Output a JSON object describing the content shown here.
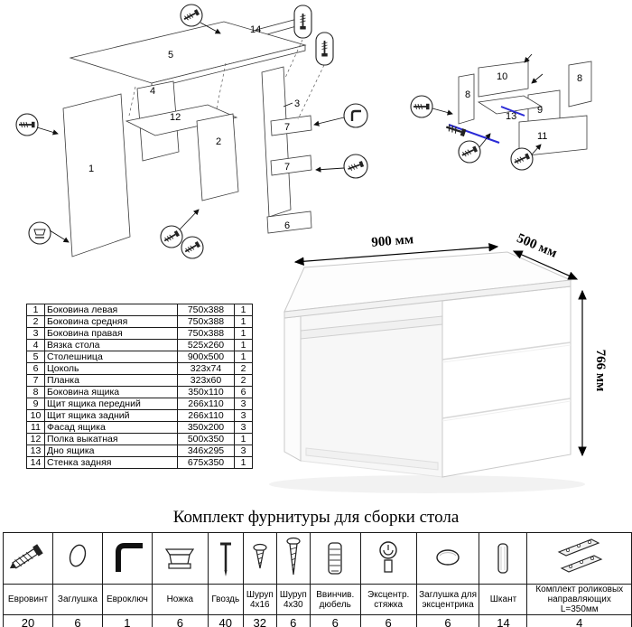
{
  "page": {
    "title": "Комплект фурнитуры для сборки стола"
  },
  "dimensions": {
    "width": "900 мм",
    "depth": "500 мм",
    "height": "766 мм"
  },
  "desk_diagram": {
    "labels": {
      "p1": "1",
      "p2": "2",
      "p3": "3",
      "p4": "4",
      "p5": "5",
      "p6": "6",
      "p7a": "7",
      "p7b": "7",
      "p12": "12",
      "p14": "14"
    }
  },
  "drawer_diagram": {
    "labels": {
      "p8a": "8",
      "p8b": "8",
      "p9": "9",
      "p10": "10",
      "p11": "11",
      "p13": "13"
    }
  },
  "parts_table": {
    "rows": [
      {
        "num": "1",
        "name": "Боковина левая",
        "size": "750x388",
        "qty": "1"
      },
      {
        "num": "2",
        "name": "Боковина средняя",
        "size": "750x388",
        "qty": "1"
      },
      {
        "num": "3",
        "name": "Боковина правая",
        "size": "750x388",
        "qty": "1"
      },
      {
        "num": "4",
        "name": "Вязка стола",
        "size": "525x260",
        "qty": "1"
      },
      {
        "num": "5",
        "name": "Столешница",
        "size": "900x500",
        "qty": "1"
      },
      {
        "num": "6",
        "name": "Цоколь",
        "size": "323x74",
        "qty": "2"
      },
      {
        "num": "7",
        "name": "Планка",
        "size": "323x60",
        "qty": "2"
      },
      {
        "num": "8",
        "name": "Боковина ящика",
        "size": "350x110",
        "qty": "6"
      },
      {
        "num": "9",
        "name": "Щит ящика передний",
        "size": "266x110",
        "qty": "3"
      },
      {
        "num": "10",
        "name": "Щит ящика задний",
        "size": "266x110",
        "qty": "3"
      },
      {
        "num": "11",
        "name": "Фасад ящика",
        "size": "350x200",
        "qty": "3"
      },
      {
        "num": "12",
        "name": "Полка выкатная",
        "size": "500x350",
        "qty": "1"
      },
      {
        "num": "13",
        "name": "Дно ящика",
        "size": "346x295",
        "qty": "3"
      },
      {
        "num": "14",
        "name": "Стенка задняя",
        "size": "675x350",
        "qty": "1"
      }
    ]
  },
  "hardware_table": {
    "items": [
      {
        "name": "Евровинт",
        "qty": "20",
        "icon": "eurovint-icon"
      },
      {
        "name": "Заглушка",
        "qty": "6",
        "icon": "cap-icon"
      },
      {
        "name": "Евроключ",
        "qty": "1",
        "icon": "hex-key-icon"
      },
      {
        "name": "Ножка",
        "qty": "6",
        "icon": "leg-icon"
      },
      {
        "name": "Гвоздь",
        "qty": "40",
        "icon": "nail-icon"
      },
      {
        "name": "Шуруп 4x16",
        "qty": "32",
        "icon": "screw-short-icon"
      },
      {
        "name": "Шуруп 4x30",
        "qty": "6",
        "icon": "screw-long-icon"
      },
      {
        "name": "Ввинчив. дюбель",
        "qty": "6",
        "icon": "screw-dowel-icon"
      },
      {
        "name": "Эксцентр. стяжка",
        "qty": "6",
        "icon": "cam-lock-icon"
      },
      {
        "name": "Заглушка для эксцентрика",
        "qty": "6",
        "icon": "cam-cap-icon"
      },
      {
        "name": "Шкант",
        "qty": "14",
        "icon": "wood-dowel-icon"
      },
      {
        "name": "Комплект роликовых направляющих L=350мм",
        "qty": "4",
        "icon": "drawer-slides-icon"
      }
    ]
  },
  "colors": {
    "slide_highlight": "#2929d6",
    "line": "#1a1a1a"
  }
}
